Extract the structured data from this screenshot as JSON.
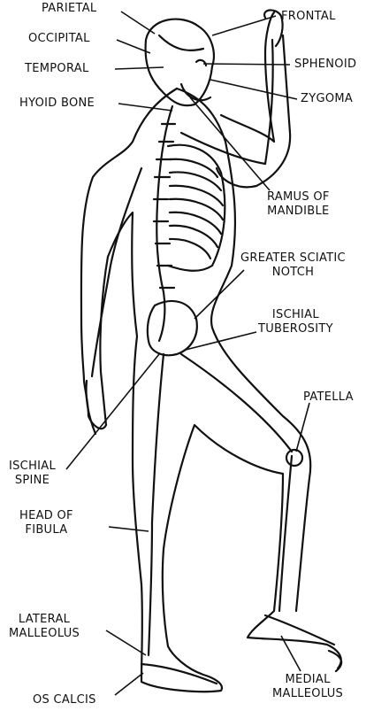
{
  "labels": {
    "parietal": "PARIETAL",
    "occipital": "OCCIPITAL",
    "temporal": "TEMPORAL",
    "hyoid": "HYOID BONE",
    "frontal": "FRONTAL",
    "sphenoid": "SPHENOID",
    "zygoma": "ZYGOMA",
    "ramus": [
      "RAMUS OF",
      "MANDIBLE"
    ],
    "sciatic_notch": [
      "GREATER SCIATIC",
      "NOTCH"
    ],
    "ischial_tuberosity": [
      "ISCHIAL",
      "TUBEROSITY"
    ],
    "patella": "PATELLA",
    "ischial_spine": [
      "ISCHIAL",
      "SPINE"
    ],
    "head_fibula": [
      "HEAD OF",
      "FIBULA"
    ],
    "lateral_malleolus": [
      "LATERAL",
      "MALLEOLUS"
    ],
    "os_calcis": "OS CALCIS",
    "medial_malleolus": [
      "MEDIAL",
      "MALLEOLUS"
    ]
  },
  "colors": {
    "ink": "#111111",
    "paper": "#ffffff"
  }
}
